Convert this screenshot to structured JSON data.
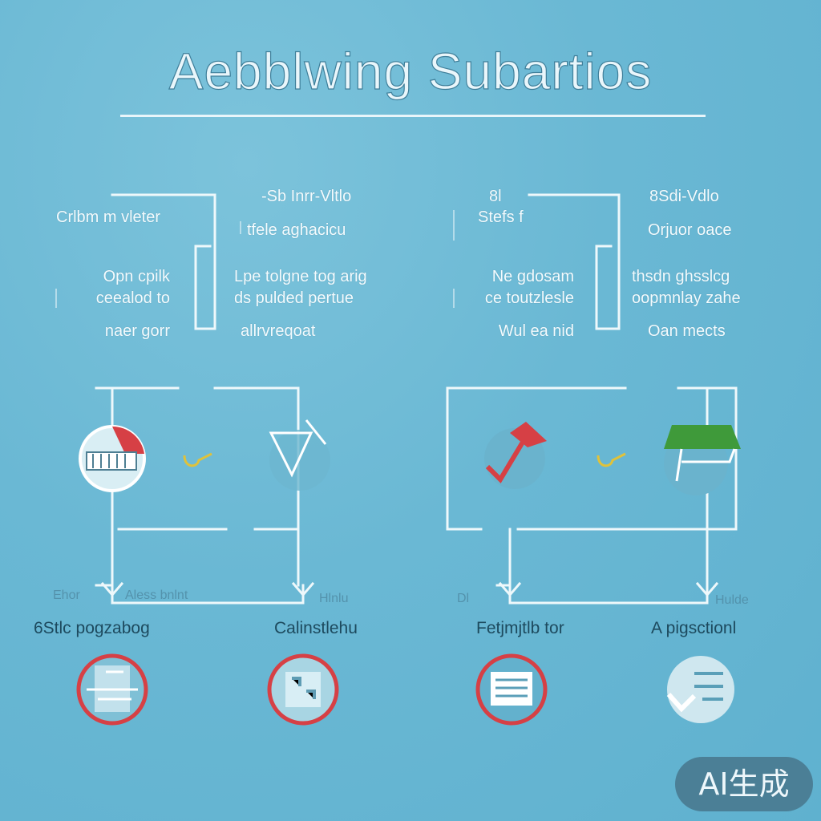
{
  "title": "Aebblwing Subartios",
  "left_panel": {
    "left_texts": [
      "Crlbm m vleter",
      "Opn cpilk",
      "ceealod to",
      "naer gorr"
    ],
    "right_header": "-Sb Inrr-Vltlo",
    "right_texts": [
      "tfele aghacicu",
      "Lpe tolgne tog arig",
      "ds pulded pertue",
      "allrvreqoat"
    ]
  },
  "right_panel": {
    "left_texts": [
      "8l",
      "Stefs f",
      "Ne gdosam",
      "ce toutzlesle",
      "Wul ea nid"
    ],
    "right_header": "8Sdi-Vdlo",
    "right_texts": [
      "Orjuor oace",
      "thsdn ghsslcg",
      "oopmnlay zahe",
      "Oan mects"
    ]
  },
  "flow_labels": [
    "Ehor",
    "Aless bnlnt",
    "Hlnlu",
    "Dl",
    "Hulde"
  ],
  "captions": [
    "6Stlc pogzabog",
    "Calinstlehu",
    "Fetjmjtlb tor",
    "A pigsctionl"
  ],
  "badge": "AI生成",
  "icons": [
    "house-icon",
    "arrow-small-icon",
    "triangle-icon",
    "red-check-icon",
    "arrow-small-icon",
    "green-roof-icon",
    "chart-icon",
    "map-icon",
    "document-icon",
    "checklist-icon"
  ],
  "colors": {
    "background": "#6ab8d4",
    "line": "#eef8fb",
    "red": "#d64045",
    "green": "#3f9a3a",
    "yellow": "#e0c23a",
    "caption": "#1d4a5e"
  }
}
